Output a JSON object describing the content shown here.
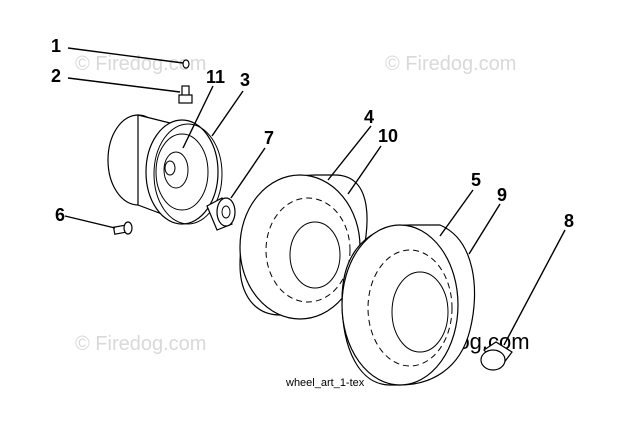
{
  "watermark": "© Firedog.com",
  "caption": "wheel_art_1-tex",
  "callouts": {
    "c1": "1",
    "c2": "2",
    "c3": "3",
    "c4": "4",
    "c5": "5",
    "c6": "6",
    "c7": "7",
    "c8": "8",
    "c9": "9",
    "c10": "10",
    "c11": "11"
  }
}
